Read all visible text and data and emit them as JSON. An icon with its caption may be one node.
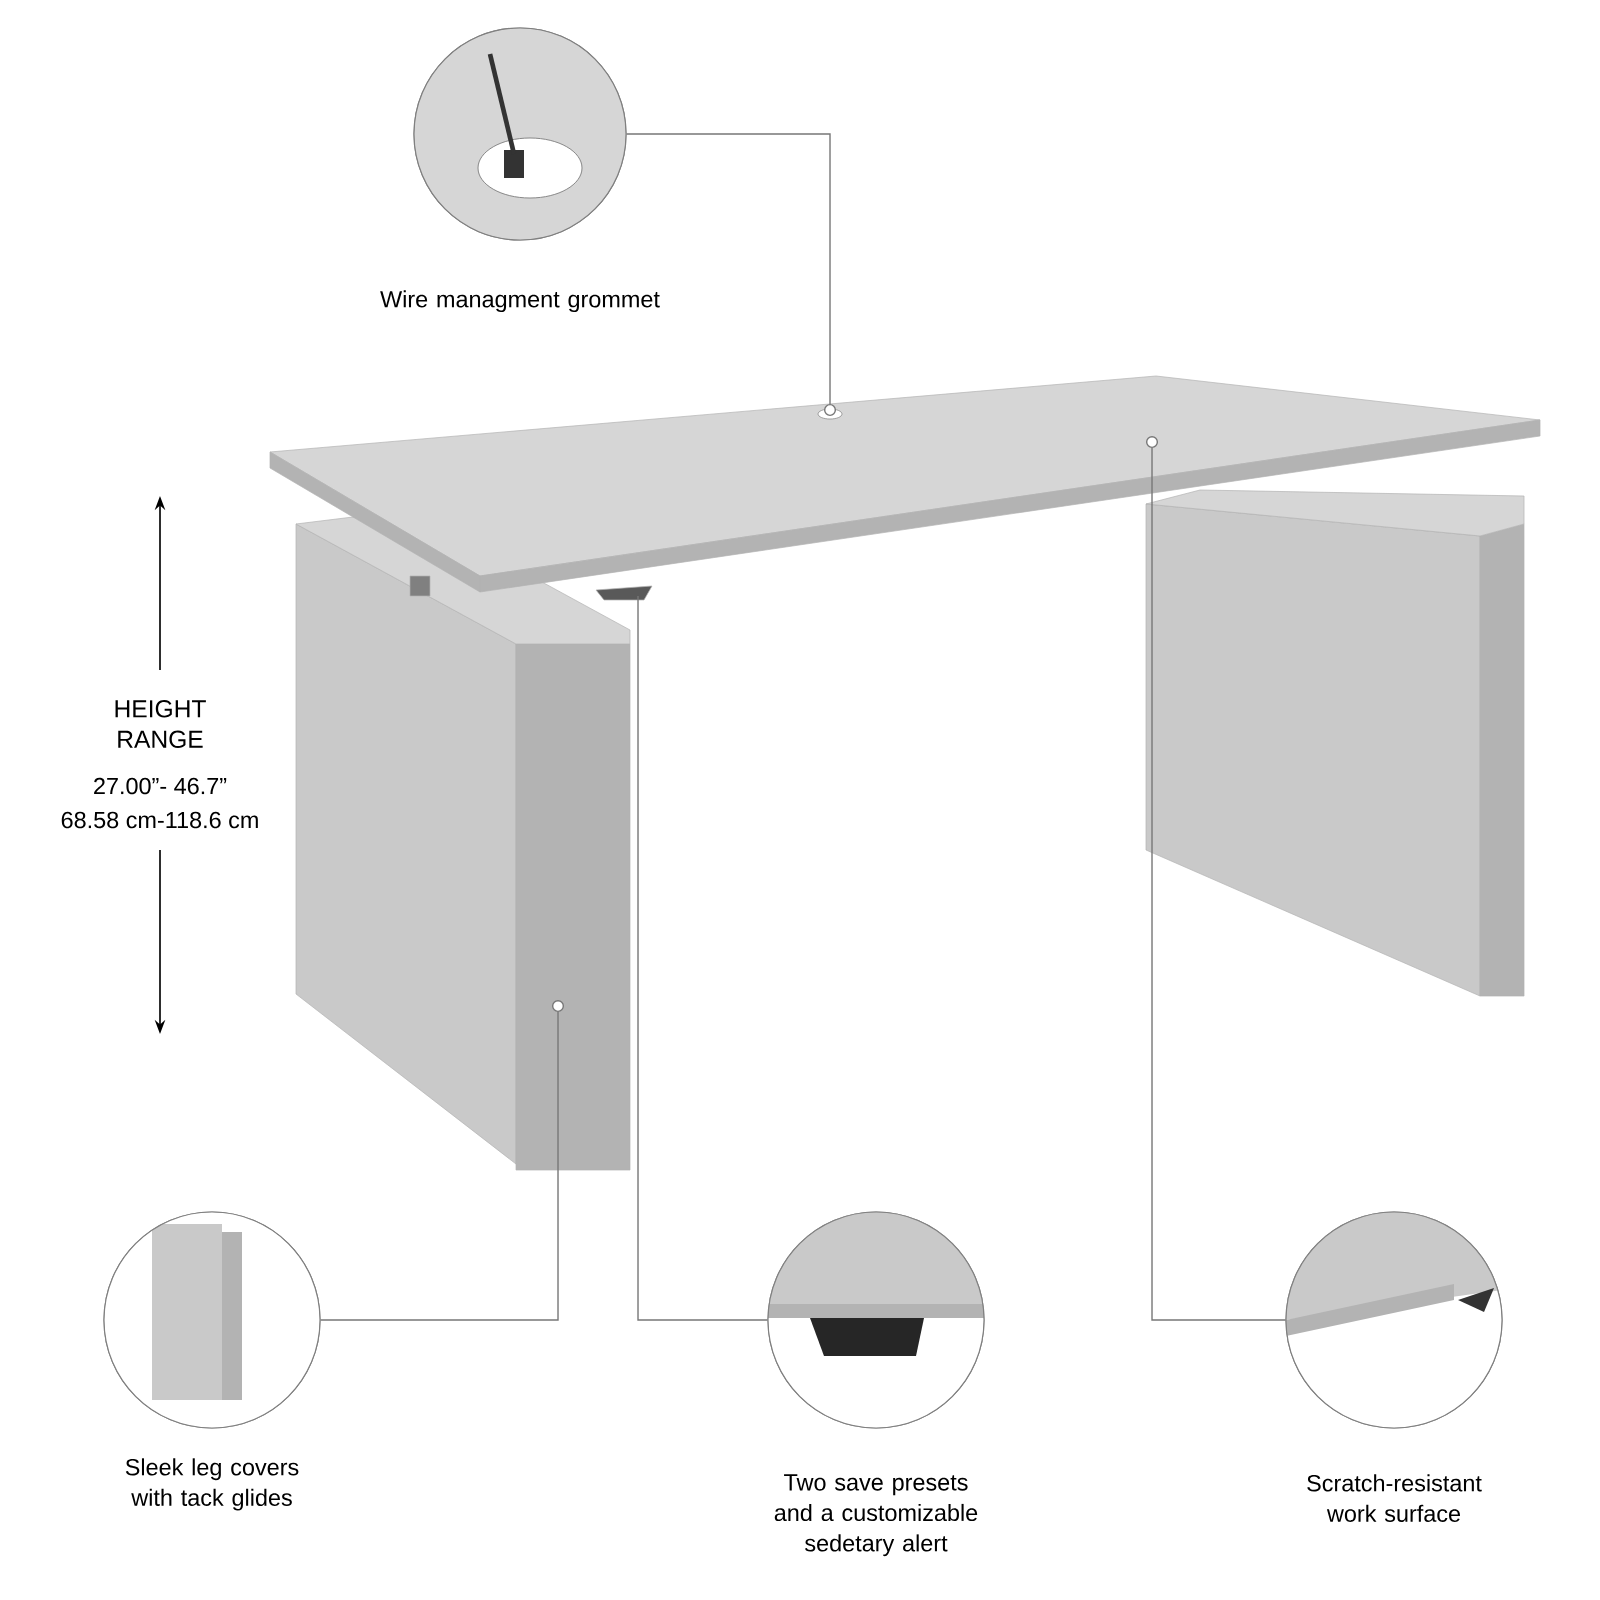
{
  "diagram": {
    "nodes": [
      {
        "text": [
          "Wire managment grommet"
        ]
      },
      {
        "text": [
          "Sleek leg covers with tack glides"
        ]
      },
      {
        "text": [
          "Two save presets and a customizable sedetary alert"
        ]
      },
      {
        "text": [
          "Scratch-resistant work surface"
        ]
      },
      {
        "text": [],
        "shape": "circle"
      },
      {
        "text": [],
        "shape": "circle"
      },
      {
        "text": [],
        "shape": "circle"
      }
    ],
    "edges": [
      {
        "from": 0,
        "to": 4,
        "arrow": "none"
      },
      {
        "from": 1,
        "to": 5,
        "arrow": "none"
      },
      {
        "from": 2,
        "to": null,
        "arrow": "none"
      },
      {
        "from": 3,
        "to": 6,
        "arrow": "none"
      }
    ],
    "labels": [
      "HEIGHT RANGE",
      "27.00”- 46.7”",
      "68.58 cm-118.6 cm"
    ]
  }
}
